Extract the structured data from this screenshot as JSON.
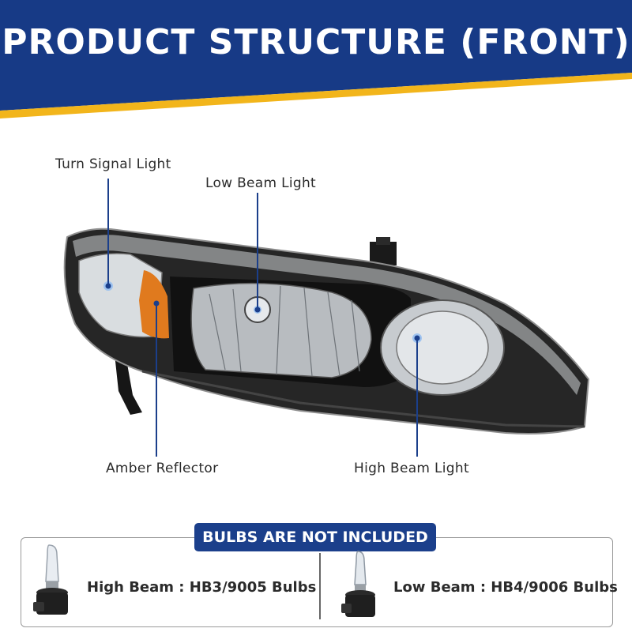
{
  "header": {
    "title": "PRODUCT STRUCTURE (FRONT)",
    "colors": {
      "navy": "#173a86",
      "gold": "#f2b51b"
    }
  },
  "callouts": {
    "turn_signal": "Turn Signal  Light",
    "low_beam": "Low Beam Light",
    "amber_reflector": "Amber Reflector",
    "high_beam": "High Beam Light"
  },
  "bulbs": {
    "banner": "BULBS ARE NOT INCLUDED",
    "high_beam_label": "High Beam :  HB3/9005 Bulbs",
    "low_beam_label": "Low Beam : HB4/9006  Bulbs"
  }
}
